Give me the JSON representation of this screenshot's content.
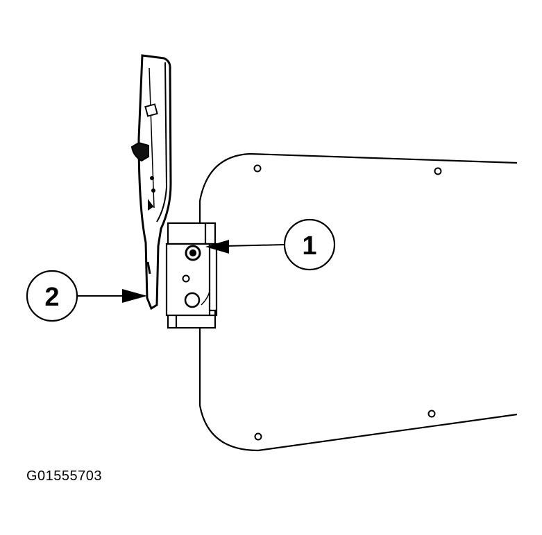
{
  "callouts": [
    {
      "id": "1",
      "label": "1"
    },
    {
      "id": "2",
      "label": "2"
    }
  ],
  "figure_id": "G01555703",
  "colors": {
    "ink": "#000000",
    "paper": "#ffffff"
  }
}
